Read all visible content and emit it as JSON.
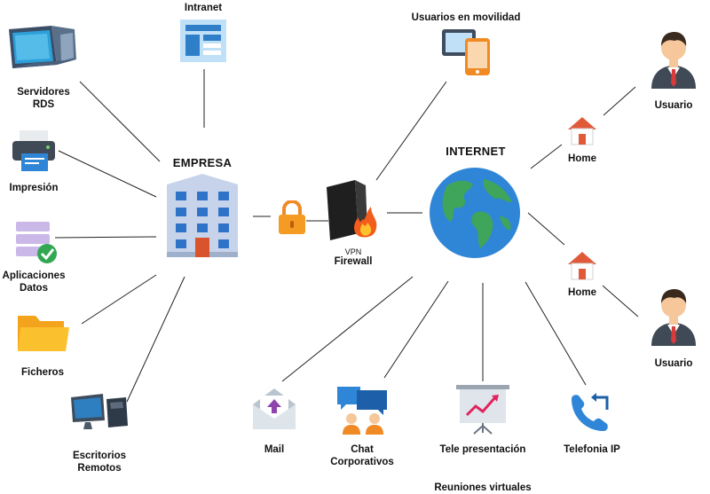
{
  "hub": {
    "empresa": "EMPRESA",
    "internet": "INTERNET"
  },
  "vpn": {
    "label_top": "VPN",
    "label_bottom": "Firewall"
  },
  "resources": {
    "servidores": "Servidores RDS",
    "intranet": "Intranet",
    "impresion": "Impresión",
    "aplicaciones": "Aplicaciones Datos",
    "ficheros": "Ficheros",
    "escritorios": "Escritorios Remotos"
  },
  "remote": {
    "movilidad": "Usuarios en movilidad",
    "home1": "Home",
    "home2": "Home",
    "usuario1": "Usuario",
    "usuario2": "Usuario"
  },
  "services": {
    "mail": "Mail",
    "chat": "Chat Corporativos",
    "telepresentacion": "Tele presentación",
    "reuniones": "Reuniones virtuales",
    "telefonia": "Telefonia IP"
  },
  "colors": {
    "line": "#222222",
    "accent_blue": "#2f86d6",
    "accent_orange": "#f08a24"
  }
}
